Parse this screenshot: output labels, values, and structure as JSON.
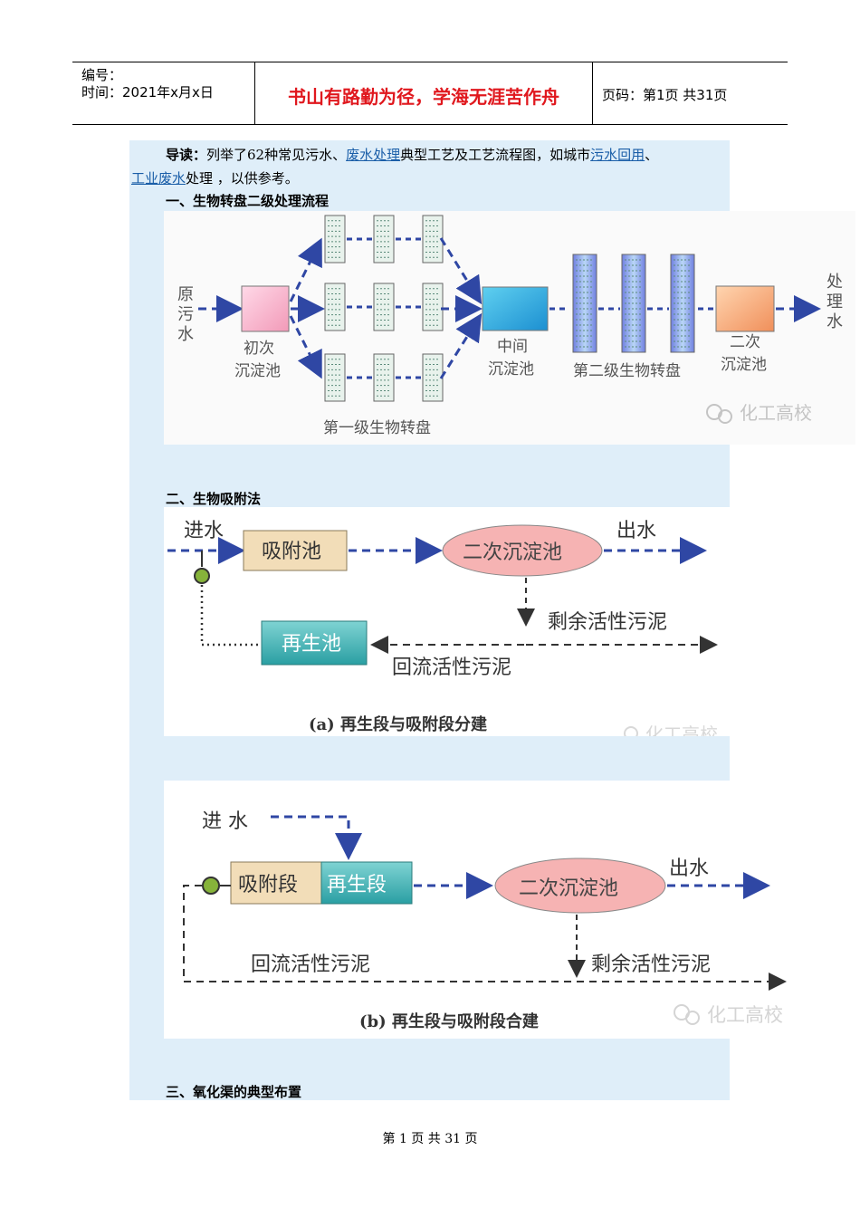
{
  "header": {
    "number_label": "编号：",
    "time_label": "时间：2021年x月x日",
    "motto": "书山有路勤为径，学海无涯苦作舟",
    "page_info": "页码：第1页  共31页"
  },
  "intro": {
    "lead": "导读：",
    "t1": "列举了62种常见污水、",
    "link1": "废水处理",
    "t2": "典型工艺及工艺流程图，如城市",
    "link2": "污水回用",
    "t3": "、",
    "link3": "工业废水",
    "t4": "处理 ，以供参考。"
  },
  "sections": {
    "s1": "一、生物转盘二级处理流程",
    "s2": "二、生物吸附法",
    "s3": "三、氧化渠的典型布置"
  },
  "fig1": {
    "raw_water": [
      "原",
      "污",
      "水"
    ],
    "primary": [
      "初次",
      "沉淀池"
    ],
    "stage1": "第一级生物转盘",
    "middle": [
      "中间",
      "沉淀池"
    ],
    "stage2": "第二级生物转盘",
    "secondary": [
      "二次",
      "沉淀池"
    ],
    "treated": [
      "处",
      "理",
      "水"
    ],
    "watermark": "化工高校"
  },
  "fig2": {
    "inlet": "进水",
    "adsorption": "吸附池",
    "clarifier": "二次沉淀池",
    "outlet": "出水",
    "excess": "剩余活性污泥",
    "regen": "再生池",
    "return": "回流活性污泥",
    "caption": "(a) 再生段与吸附段分建",
    "watermark": "化工高校"
  },
  "fig3": {
    "inlet": "进 水",
    "adsorption": "吸附段",
    "regen": "再生段",
    "clarifier": "二次沉淀池",
    "outlet": "出水",
    "return": "回流活性污泥",
    "excess": "剩余活性污泥",
    "caption": "(b) 再生段与吸附段合建",
    "watermark": "化工高校"
  },
  "footer": {
    "text": "第 1 页 共 31 页"
  },
  "colors": {
    "motto": "#e0181e",
    "band": "#dfeef9",
    "arrow": "#2f47a4",
    "tank_tan": "#f2ddb8",
    "tank_teal": "#3fb0b0",
    "clarifier_pink": "#f6b3b3",
    "valve_green": "#86b33a",
    "link": "#1a5ea8"
  }
}
